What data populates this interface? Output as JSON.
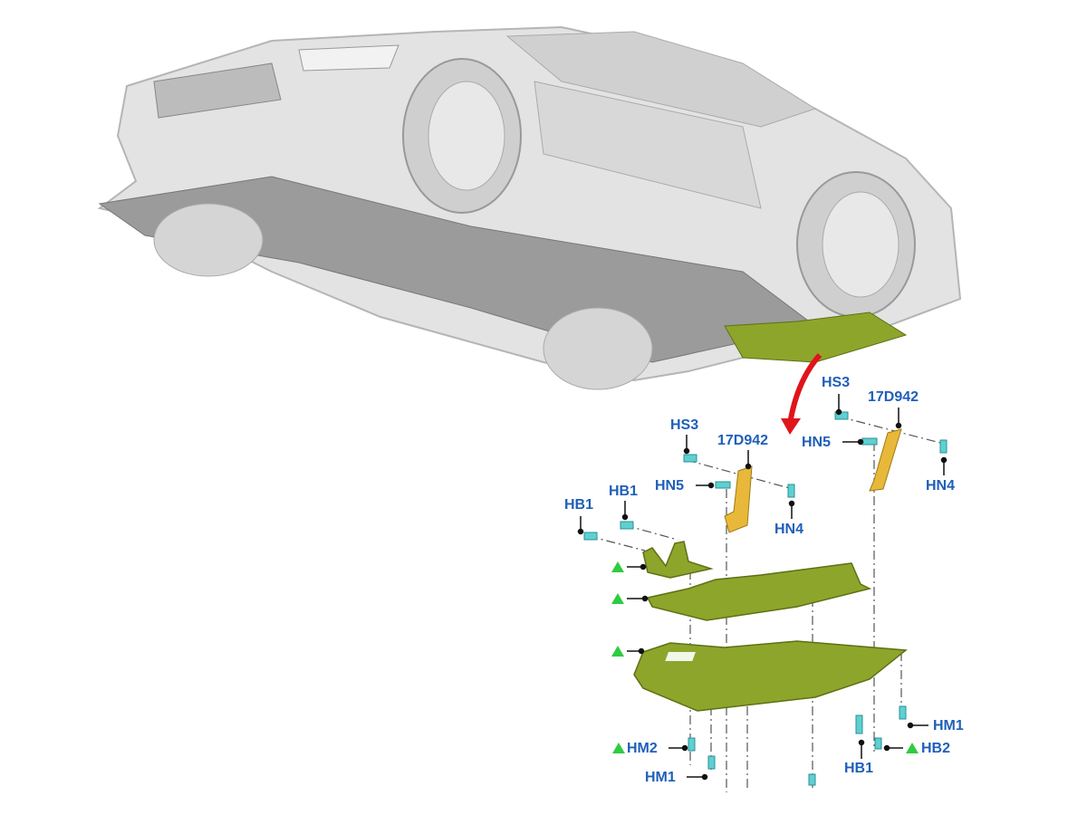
{
  "diagram": {
    "callouts": {
      "hs3_right": "HS3",
      "bracket_right": "17D942",
      "hn5_right": "HN5",
      "hn4_right": "HN4",
      "hs3_left": "HS3",
      "bracket_left": "17D942",
      "hn5_left": "HN5",
      "hn4_left": "HN4",
      "hb1_outer": "HB1",
      "hb1_inner": "HB1",
      "hm2": "HM2",
      "hm1_left": "HM1",
      "hm1_right": "HM1",
      "hb2": "HB2",
      "hb1_bottom": "HB1"
    },
    "colors": {
      "label": "#1f5fb8",
      "shield": "#8da52a",
      "bracket": "#e8b83a",
      "fastener": "#5fd0d0",
      "arrow": "#e0141b",
      "marker": "#2ecc40",
      "car": "#dcdcdc"
    }
  }
}
